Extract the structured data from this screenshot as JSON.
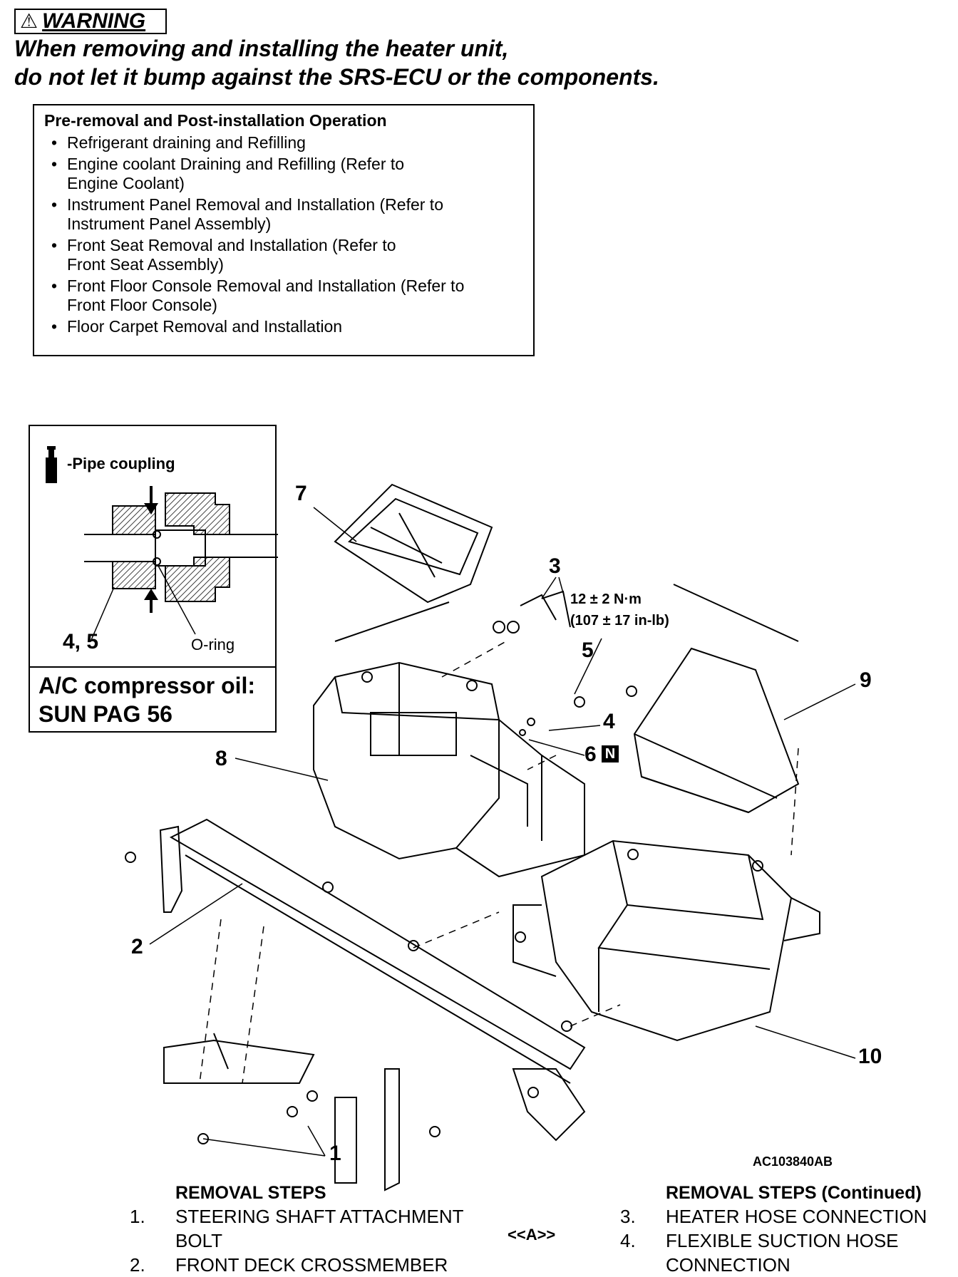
{
  "warning": {
    "label": "WARNING",
    "icon": "warning-triangle-icon",
    "line1": "When removing and installing the heater unit,",
    "line2": "do not let it bump against the SRS-ECU or the components."
  },
  "operation_box": {
    "title": "Pre-removal and Post-installation Operation",
    "items": [
      {
        "line1": "Refrigerant draining and Refilling",
        "line2": ""
      },
      {
        "line1": "Engine coolant Draining and Refilling (Refer to",
        "line2": "Engine Coolant)"
      },
      {
        "line1": "Instrument Panel Removal and Installation (Refer to",
        "line2": "Instrument Panel Assembly)"
      },
      {
        "line1": "Front Seat Removal and Installation (Refer to",
        "line2": "Front Seat Assembly)"
      },
      {
        "line1": "Front Floor Console Removal and Installation (Refer to",
        "line2": "Front Floor Console)"
      },
      {
        "line1": "Floor Carpet Removal and Installation",
        "line2": ""
      }
    ]
  },
  "inset": {
    "coupling_label": "-Pipe coupling",
    "oring_label": "O-ring",
    "part_label": "4, 5",
    "oil_line1": "A/C compressor oil:",
    "oil_line2": "SUN PAG 56",
    "icon": "oil-bottle-icon"
  },
  "diagram": {
    "callouts": {
      "c1": "1",
      "c2": "2",
      "c3": "3",
      "c4": "4",
      "c5": "5",
      "c6": "6",
      "c6_badge": "N",
      "c7": "7",
      "c8": "8",
      "c9": "9",
      "c10": "10"
    },
    "torque_line1": "12 ± 2 N·m",
    "torque_line2": "(107 ± 17 in-lb)",
    "figure_id": "AC103840AB"
  },
  "steps_left": {
    "heading": "REMOVAL STEPS",
    "items": [
      {
        "num": "1.",
        "line1": "STEERING SHAFT ATTACHMENT",
        "line2": "BOLT"
      },
      {
        "num": "2.",
        "line1": "FRONT DECK CROSSMEMBER",
        "line2": ""
      }
    ]
  },
  "marker": "<<A>>",
  "steps_right": {
    "heading": "REMOVAL STEPS (Continued)",
    "items": [
      {
        "num": "3.",
        "line1": "HEATER HOSE CONNECTION",
        "line2": ""
      },
      {
        "num": "4.",
        "line1": "FLEXIBLE SUCTION HOSE",
        "line2": "CONNECTION"
      }
    ]
  }
}
